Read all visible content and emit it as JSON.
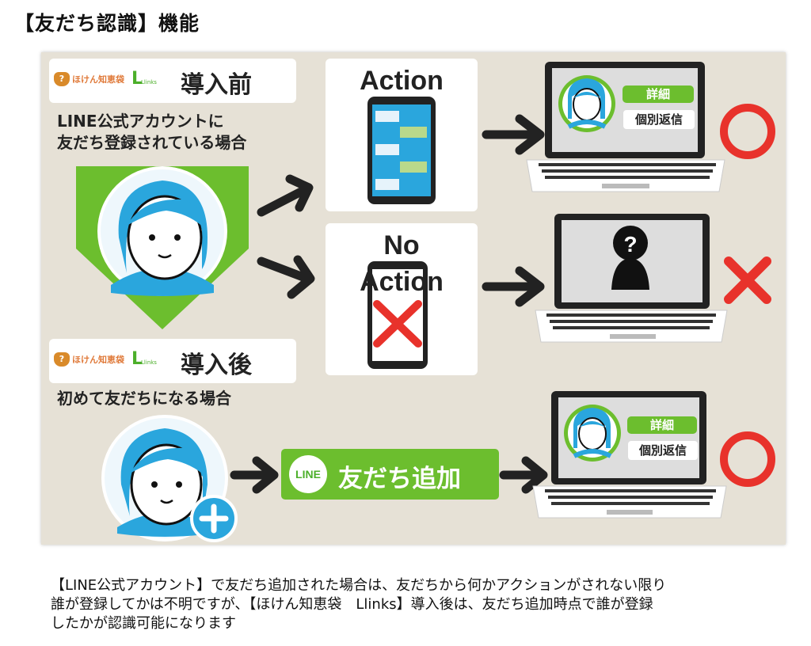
{
  "page_title": "【友だち認識】機能",
  "brand": {
    "icon": "?",
    "name": "ほけん知恵袋",
    "logo_letter": "L",
    "logo_small": "Llinks"
  },
  "before": {
    "phase": "導入前",
    "desc_line1": "LINE公式アカウントに",
    "desc_line2": "友だち登録されている場合"
  },
  "after": {
    "phase": "導入後",
    "desc": "初めて友だちになる場合"
  },
  "action_label": "Action",
  "no_action_line1": "No",
  "no_action_line2": "Action",
  "tags": {
    "detail": "詳細",
    "reply": "個別返信"
  },
  "line_button": {
    "logo": "LINE",
    "label": "友だち追加"
  },
  "footer": {
    "line1": "【LINE公式アカウント】で友だち追加された場合は、友だちから何かアクションがされない限り",
    "line2": "誰が登録してかは不明ですが、【ほけん知恵袋　Llinks】導入後は、友だち追加時点で誰が登録",
    "line3": "したかが認識可能になります"
  },
  "colors": {
    "green": "#6cbe2e",
    "red": "#e8322b",
    "blue": "#2aa6dd",
    "panel": "#e6e1d6"
  }
}
